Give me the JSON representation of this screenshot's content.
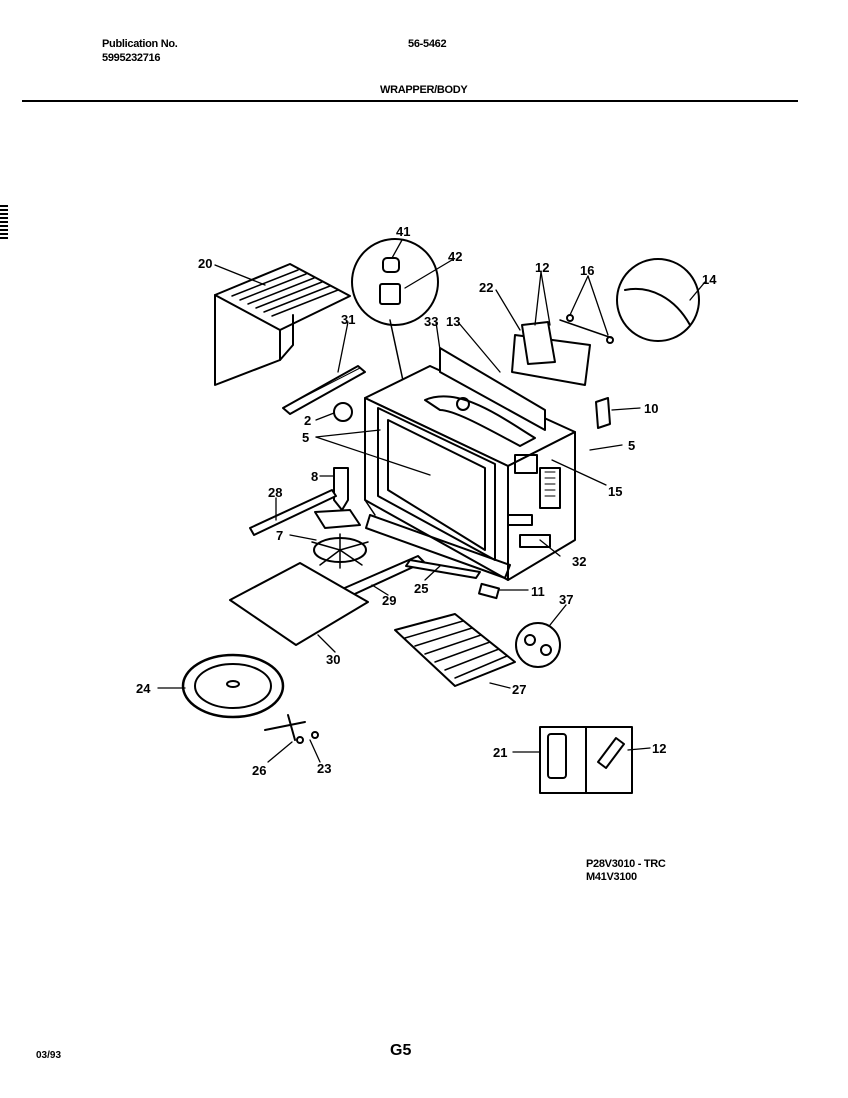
{
  "header": {
    "publication_label": "Publication No.",
    "publication_number": "5995232716",
    "doc_code": "56-5462",
    "section_title": "WRAPPER/BODY"
  },
  "callouts": [
    "41",
    "42",
    "20",
    "12",
    "16",
    "14",
    "22",
    "31",
    "33",
    "13",
    "2",
    "5",
    "10",
    "8",
    "5",
    "15",
    "28",
    "7",
    "32",
    "11",
    "25",
    "29",
    "37",
    "30",
    "24",
    "27",
    "26",
    "23",
    "21",
    "12"
  ],
  "models": [
    "P28V3010 - TRC",
    "M41V3100"
  ],
  "footer": {
    "date": "03/93",
    "page": "G5"
  }
}
